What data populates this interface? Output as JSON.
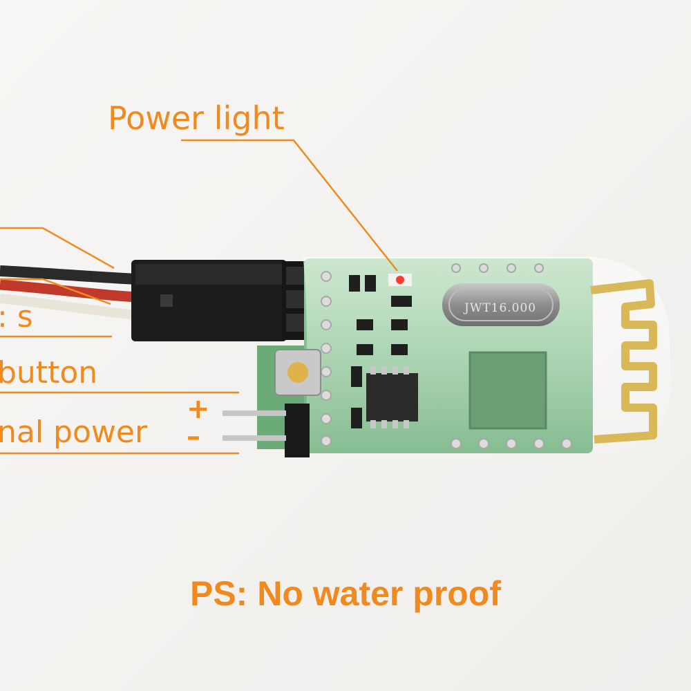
{
  "labels": {
    "power_light": "Power light",
    "signal": ": s",
    "button": "button",
    "external_power": "nal power",
    "plus": "+",
    "minus": "–",
    "ps_note": "PS: No water proof"
  },
  "board": {
    "crystal_marking": "JWT16.000"
  },
  "colors": {
    "accent": "#f08a1e",
    "pcb": "#7fc08a",
    "connector": "#1b1b1b",
    "background": "#f4f3f1"
  }
}
